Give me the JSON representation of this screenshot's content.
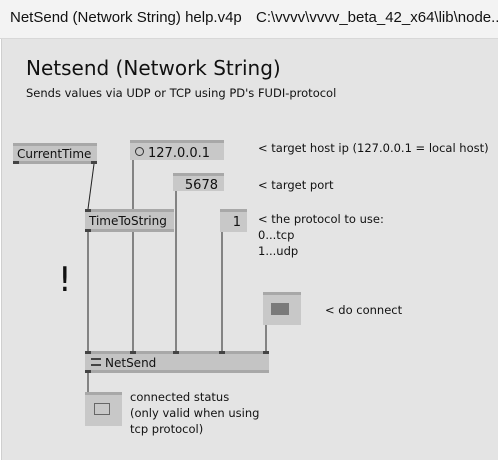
{
  "window": {
    "title": "NetSend (Network String) help.v4p",
    "path": "C:\\vvvv\\vvvv_beta_42_x64\\lib\\node..."
  },
  "patch": {
    "heading": "Netsend (Network String)",
    "subheading": "Sends values via UDP or TCP using PD's FUDI-protocol",
    "nodes": {
      "current_time": "CurrentTime",
      "time_to_string": "TimeToString",
      "netsend": "NetSend"
    },
    "ioboxes": {
      "host": "127.0.0.1",
      "port": "5678",
      "protocol": "1"
    },
    "comments": {
      "host": "< target host ip (127.0.0.1 = local host)",
      "port": "< target port",
      "protocol_1": "< the protocol to use:",
      "protocol_2": "0...tcp",
      "protocol_3": "1...udp",
      "connect": "< do connect",
      "status_1": "connected status",
      "status_2": "(only valid when using",
      "status_3": "tcp protocol)"
    },
    "bang": "!"
  }
}
